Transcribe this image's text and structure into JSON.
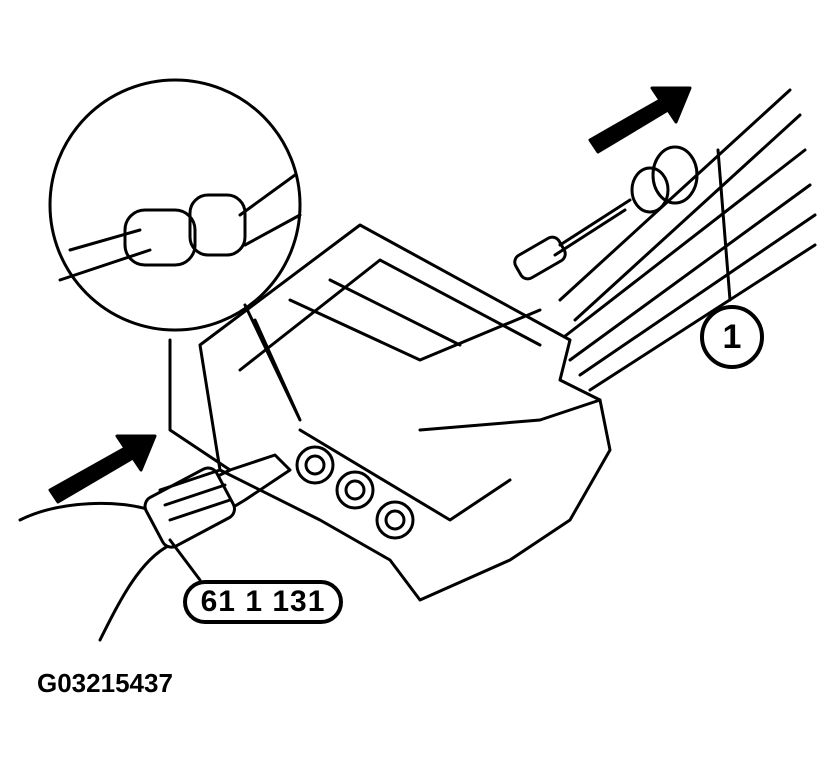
{
  "diagram": {
    "figure_id": "G03215437",
    "tool_label": "61 1 131",
    "callout_label": "1",
    "colors": {
      "line": "#000000",
      "background": "#ffffff"
    },
    "elements": [
      {
        "name": "magnified-pin-detail",
        "shape": "circle"
      },
      {
        "name": "connector-housing",
        "shape": "block"
      },
      {
        "name": "wiring-harness",
        "shape": "ribbon"
      },
      {
        "name": "release-tool",
        "shape": "cylinder"
      },
      {
        "name": "push-direction-arrow-left",
        "shape": "double-arrow"
      },
      {
        "name": "pull-direction-arrow-right",
        "shape": "double-arrow"
      }
    ]
  }
}
